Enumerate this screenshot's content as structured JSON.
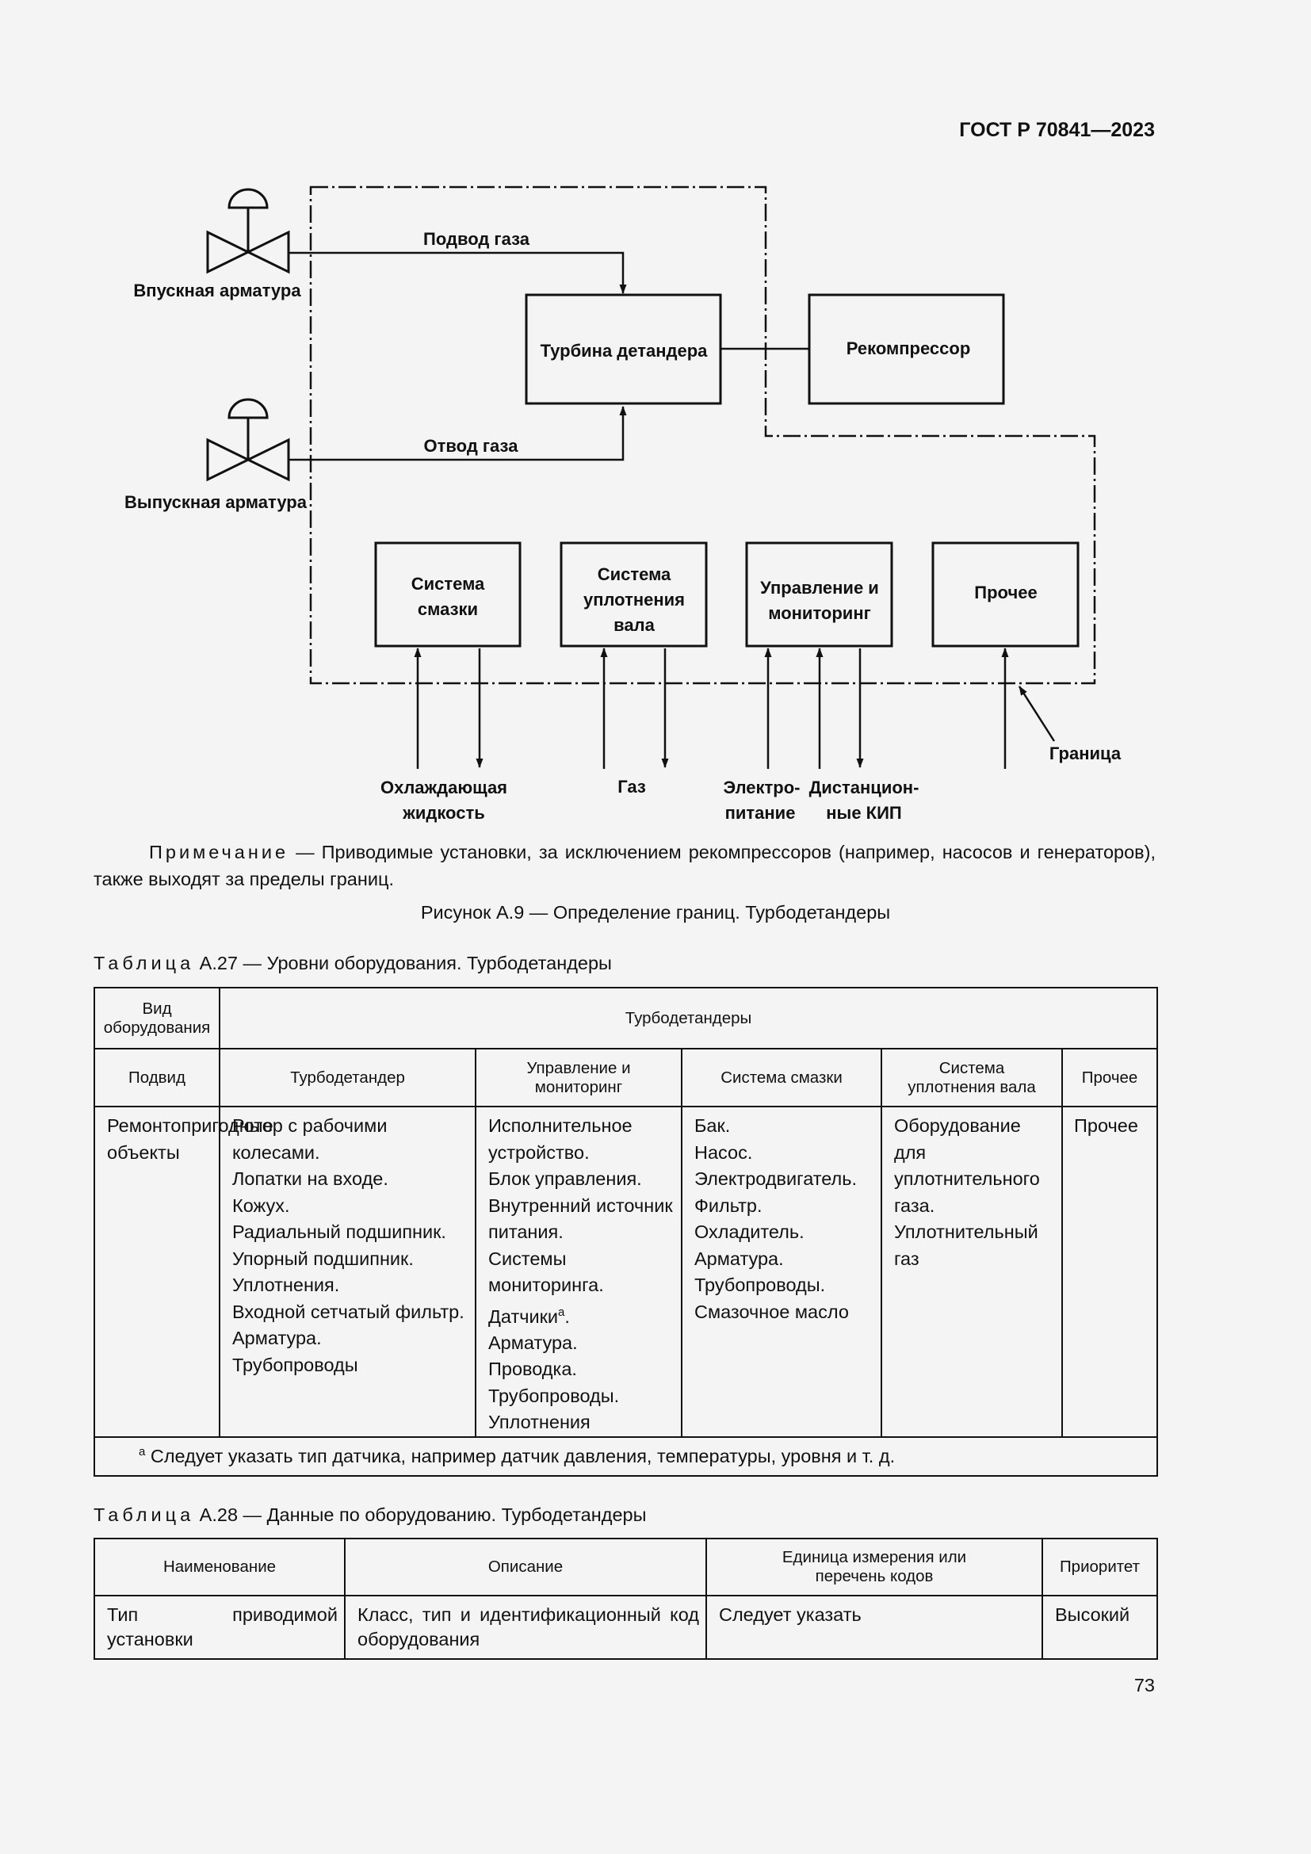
{
  "header": {
    "standard_id": "ГОСТ Р 70841—2023"
  },
  "diagram": {
    "valves": {
      "inlet_label": "Впускная арматура",
      "outlet_label": "Выпускная арматура"
    },
    "flows": {
      "gas_supply": "Подвод газа",
      "gas_exhaust": "Отвод газа"
    },
    "blocks": {
      "turbine": "Турбина детандера",
      "recompressor": "Рекомпрессор",
      "lubrication": [
        "Система",
        "смазки"
      ],
      "shaft_seal": [
        "Система",
        "уплотнения",
        "вала"
      ],
      "control": [
        "Управление и",
        "мониторинг"
      ],
      "other": "Прочее"
    },
    "bottom_labels": {
      "coolant": [
        "Охлаждающая",
        "жидкость"
      ],
      "gas": "Газ",
      "power": [
        "Электро-",
        "питание"
      ],
      "remote": [
        "Дистанцион-",
        "ные КИП"
      ],
      "boundary": "Граница"
    }
  },
  "note": {
    "lead": "Примечание",
    "text": " — Приводимые установки, за исключением рекомпрессоров (например, насосов и генераторов), также выходят за пределы границ."
  },
  "figure_caption": "Рисунок А.9 — Определение границ. Турбодетандеры",
  "table_a27": {
    "caption_lead": "Таблица",
    "caption_rest": " А.27 — Уровни оборудования. Турбодетандеры",
    "equipment_kind_header": "Вид оборудования",
    "group_header": "Турбодетандеры",
    "columns": [
      "Подвид",
      "Турбодетандер",
      "Управление и мониторинг",
      "Система смазки",
      "Система уплотнения вала",
      "Прочее"
    ],
    "row_label": "Ремонтопригодные объекты",
    "turbo_items": [
      "Ротор с рабочими колесами.",
      "Лопатки на входе.",
      "Кожух.",
      "Радиальный подшипник.",
      "Упорный подшипник.",
      "Уплотнения.",
      "Входной сетчатый фильтр.",
      "Арматура.",
      "Трубопроводы"
    ],
    "control_items": [
      "Исполнительное устройство.",
      "Блок управления.",
      "Внутренний источник питания.",
      "Системы мониторинга.",
      "Датчики",
      ".",
      "Арматура.",
      "Проводка.",
      "Трубопроводы.",
      "Уплотнения"
    ],
    "lube_items": [
      "Бак.",
      "Насос.",
      "Электродвигатель.",
      "Фильтр.",
      "Охладитель.",
      "Арматура.",
      "Трубопроводы.",
      "Смазочное масло"
    ],
    "seal_items": [
      "Оборудование для уплотнительного газа.",
      "Уплотнительный газ"
    ],
    "other_value": "Прочее",
    "footnote_mark": "a",
    "footnote": " Следует указать тип датчика, например датчик давления, температуры, уровня и т. д."
  },
  "table_a28": {
    "caption_lead": "Таблица",
    "caption_rest": " А.28 — Данные по оборудованию. Турбодетандеры",
    "columns": [
      "Наименование",
      "Описание",
      "Единица измерения или перечень кодов",
      "Приоритет"
    ],
    "rows": [
      {
        "name": "Тип приводимой установки",
        "description": "Класс, тип и идентификационный код оборудования",
        "unit": "Следует указать",
        "priority": "Высокий"
      }
    ]
  },
  "page_number": "73"
}
